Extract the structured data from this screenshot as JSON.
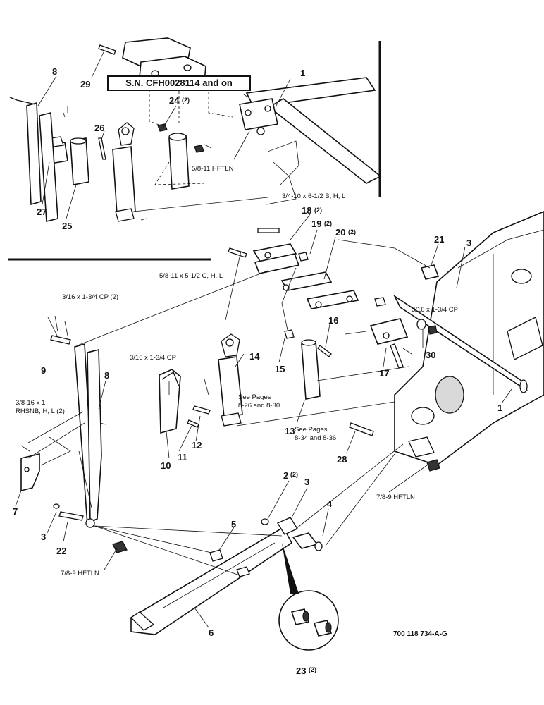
{
  "serial_note": "S.N. CFH0028114 and on",
  "drawing_number": "700 118 734-A-G",
  "callouts": {
    "c1a": "1",
    "c1b": "1",
    "c3a": "3",
    "c3b": "3",
    "c3c": "3",
    "c4": "4",
    "c5": "5",
    "c6": "6",
    "c7": "7",
    "c8a": "8",
    "c8b": "8",
    "c9": "9",
    "c10": "10",
    "c11": "11",
    "c12": "12",
    "c13": "13",
    "c14": "14",
    "c15": "15",
    "c16": "16",
    "c17": "17",
    "c18": "18",
    "c19": "19",
    "c20": "20",
    "c21": "21",
    "c22": "22",
    "c23": "23",
    "c24": "24",
    "c25": "25",
    "c26": "26",
    "c27": "27",
    "c28": "28",
    "c29": "29",
    "c30": "30",
    "c2": "2"
  },
  "qty": {
    "q2": "(2)",
    "q18": "(2)",
    "q19": "(2)",
    "q20": "(2)",
    "q23": "(2)",
    "q24": "(2)"
  },
  "notes": {
    "hftln_58": "5/8-11 HFTLN",
    "bolt_34": "3/4-10 x 6-1/2 B, H, L",
    "bolt_58": "5/8-11 x 5-1/2 C, H, L",
    "cp_316_2": "3/16 x 1-3/4 CP (2)",
    "cp_316_a": "3/16 x 1-3/4 CP",
    "cp_316_b": "3/16 x 1-3/4 CP",
    "rhsnb_1": "3/8-16 x 1",
    "rhsnb_2": "RHSNB, H, L (2)",
    "hftln_78_a": "7/8-9 HFTLN",
    "hftln_78_b": "7/8-9 HFTLN",
    "see_14a": "See Pages",
    "see_14b": "8-26 and 8-30",
    "see_13a": "See Pages",
    "see_13b": "8-34 and 8-36"
  }
}
